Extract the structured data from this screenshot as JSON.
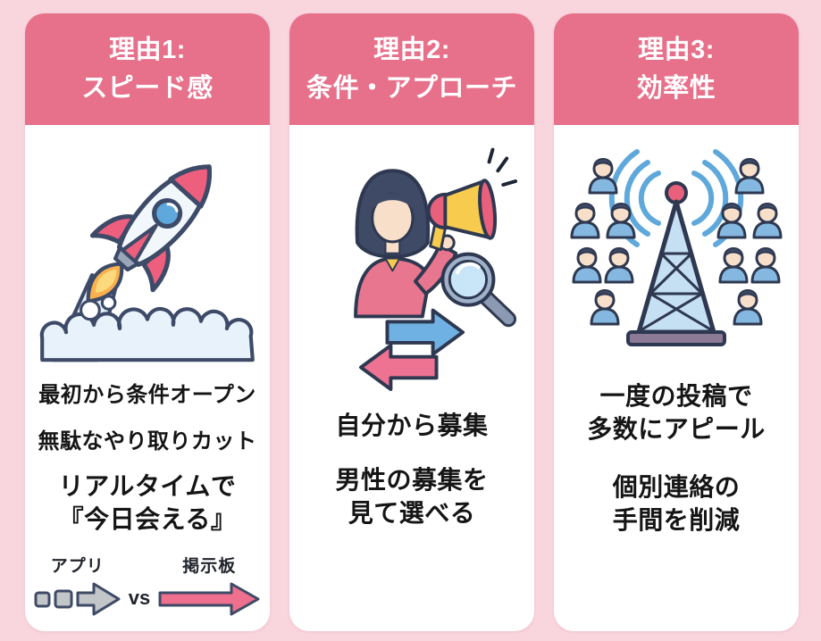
{
  "page": {
    "bg_color": "#F9D5DE",
    "card_bg": "#FFFFFF",
    "header_bg": "#E7708B",
    "header_text_color": "#FFFFFF",
    "body_text_color": "#151515"
  },
  "colors": {
    "accent_pink": "#EE7291",
    "accent_blue": "#6FB1E2",
    "arrow_gray": "#C2C6C8",
    "outline_navy": "#2E3850",
    "flame_yellow": "#F9B14E",
    "megaphone_yellow": "#F7CC4E",
    "skin": "#F8DFC9",
    "hair_navy": "#3E4A66",
    "tower_blue": "#C5DFF3",
    "base_purple": "#8D7A96"
  },
  "cards": [
    {
      "id": "speed",
      "header1": "理由1:",
      "header2": "スピード感",
      "illustration": "rocket-launch",
      "line1": "最初から条件オープン",
      "line2": "無駄なやり取りカット",
      "highlight1": "リアルタイムで",
      "highlight2": "『今日会える』",
      "compare": {
        "left": "アプリ",
        "vs": "vs",
        "right": "掲示板"
      }
    },
    {
      "id": "conditions-approach",
      "header1": "理由2:",
      "header2": "条件・アプローチ",
      "illustration": "megaphone-woman-search",
      "line1": "自分から募集",
      "block2a": "男性の募集を",
      "block2b": "見て選べる"
    },
    {
      "id": "efficiency",
      "header1": "理由3:",
      "header2": "効率性",
      "illustration": "broadcast-tower-audience",
      "block1a": "一度の投稿で",
      "block1b": "多数にアピール",
      "block2a": "個別連絡の",
      "block2b": "手間を削減"
    }
  ]
}
